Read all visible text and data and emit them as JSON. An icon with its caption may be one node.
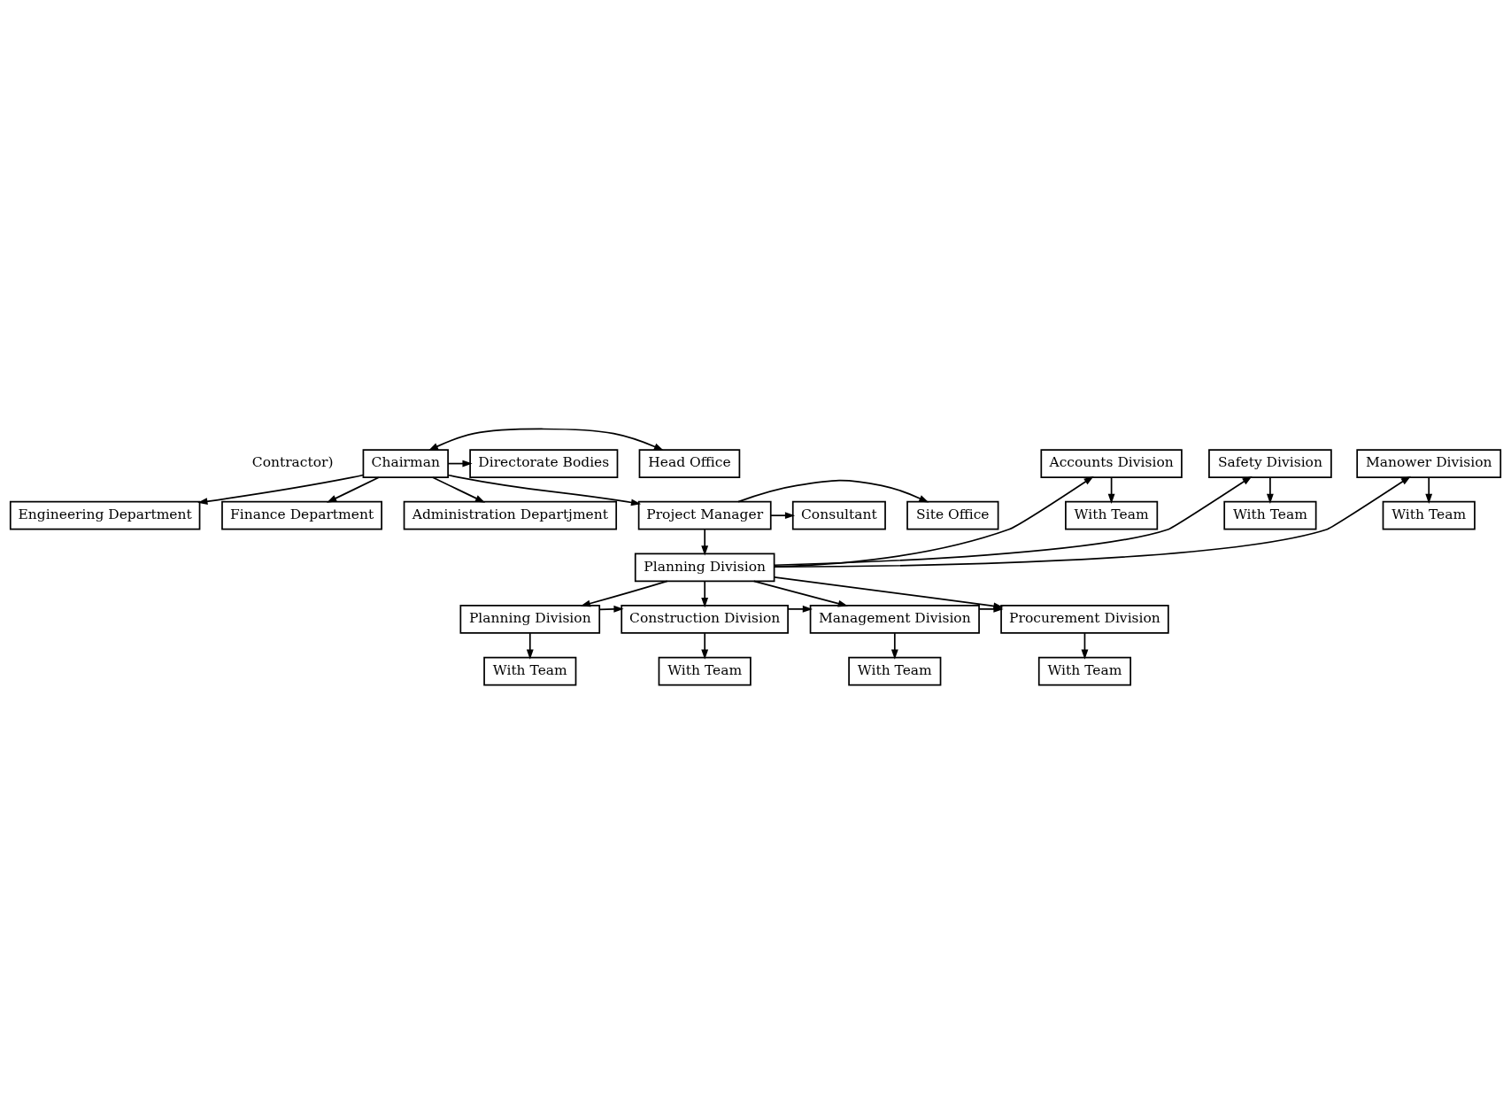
{
  "diagram": {
    "nodes": [
      {
        "text": [
          "Chairman"
        ]
      },
      {
        "text": [
          "Head Office"
        ]
      },
      {
        "text": [
          "Directorate Bodies"
        ]
      },
      {
        "text": [
          "Engineering Department"
        ]
      },
      {
        "text": [
          "Finance Department"
        ]
      },
      {
        "text": [
          "Administration Departjment"
        ]
      },
      {
        "text": [
          "Project Manager"
        ]
      },
      {
        "text": [
          "Site Office"
        ]
      },
      {
        "text": [
          "Consultant"
        ]
      },
      {
        "text": [
          "Planning Division"
        ]
      },
      {
        "text": [
          "Planning Division"
        ]
      },
      {
        "text": [
          "Construction Division"
        ]
      },
      {
        "text": [
          "Management Division"
        ]
      },
      {
        "text": [
          "Procurement Division"
        ]
      },
      {
        "text": [
          "With Team"
        ]
      },
      {
        "text": [
          "With Team"
        ]
      },
      {
        "text": [
          "With Team"
        ]
      },
      {
        "text": [
          "With Team"
        ]
      },
      {
        "text": [
          "Accounts Division"
        ]
      },
      {
        "text": [
          "Safety Division"
        ]
      },
      {
        "text": [
          "Manower Division"
        ]
      },
      {
        "text": [
          "With Team"
        ]
      },
      {
        "text": [
          "With Team"
        ]
      },
      {
        "text": [
          "With Team"
        ]
      }
    ],
    "edges": [
      {
        "from": 0,
        "to": 1,
        "arrow": "both"
      },
      {
        "from": 0,
        "to": 2,
        "arrow": "to"
      },
      {
        "from": 0,
        "to": 6,
        "arrow": "to"
      },
      {
        "from": 0,
        "to": 3,
        "arrow": "to"
      },
      {
        "from": 0,
        "to": 4,
        "arrow": "to"
      },
      {
        "from": 0,
        "to": 5,
        "arrow": "to"
      },
      {
        "from": 6,
        "to": 7,
        "arrow": "to"
      },
      {
        "from": 6,
        "to": 8,
        "arrow": "to"
      },
      {
        "from": 6,
        "to": 9,
        "arrow": "to"
      },
      {
        "from": 9,
        "to": 10,
        "arrow": "to"
      },
      {
        "from": 9,
        "to": 11,
        "arrow": "to"
      },
      {
        "from": 9,
        "to": 12,
        "arrow": "to"
      },
      {
        "from": 9,
        "to": 13,
        "arrow": "to"
      },
      {
        "from": 10,
        "to": 11,
        "arrow": "to"
      },
      {
        "from": 11,
        "to": 12,
        "arrow": "to"
      },
      {
        "from": 12,
        "to": 13,
        "arrow": "to"
      },
      {
        "from": 10,
        "to": 14,
        "arrow": "to"
      },
      {
        "from": 11,
        "to": 15,
        "arrow": "to"
      },
      {
        "from": 12,
        "to": 16,
        "arrow": "to"
      },
      {
        "from": 13,
        "to": 17,
        "arrow": "to"
      },
      {
        "from": 9,
        "to": 18,
        "arrow": "to"
      },
      {
        "from": 9,
        "to": 19,
        "arrow": "to"
      },
      {
        "from": 9,
        "to": 20,
        "arrow": "to"
      },
      {
        "from": 18,
        "to": 21,
        "arrow": "to"
      },
      {
        "from": 19,
        "to": 22,
        "arrow": "to"
      },
      {
        "from": 20,
        "to": 23,
        "arrow": "to"
      }
    ],
    "labels": [
      "Contractor)"
    ]
  }
}
